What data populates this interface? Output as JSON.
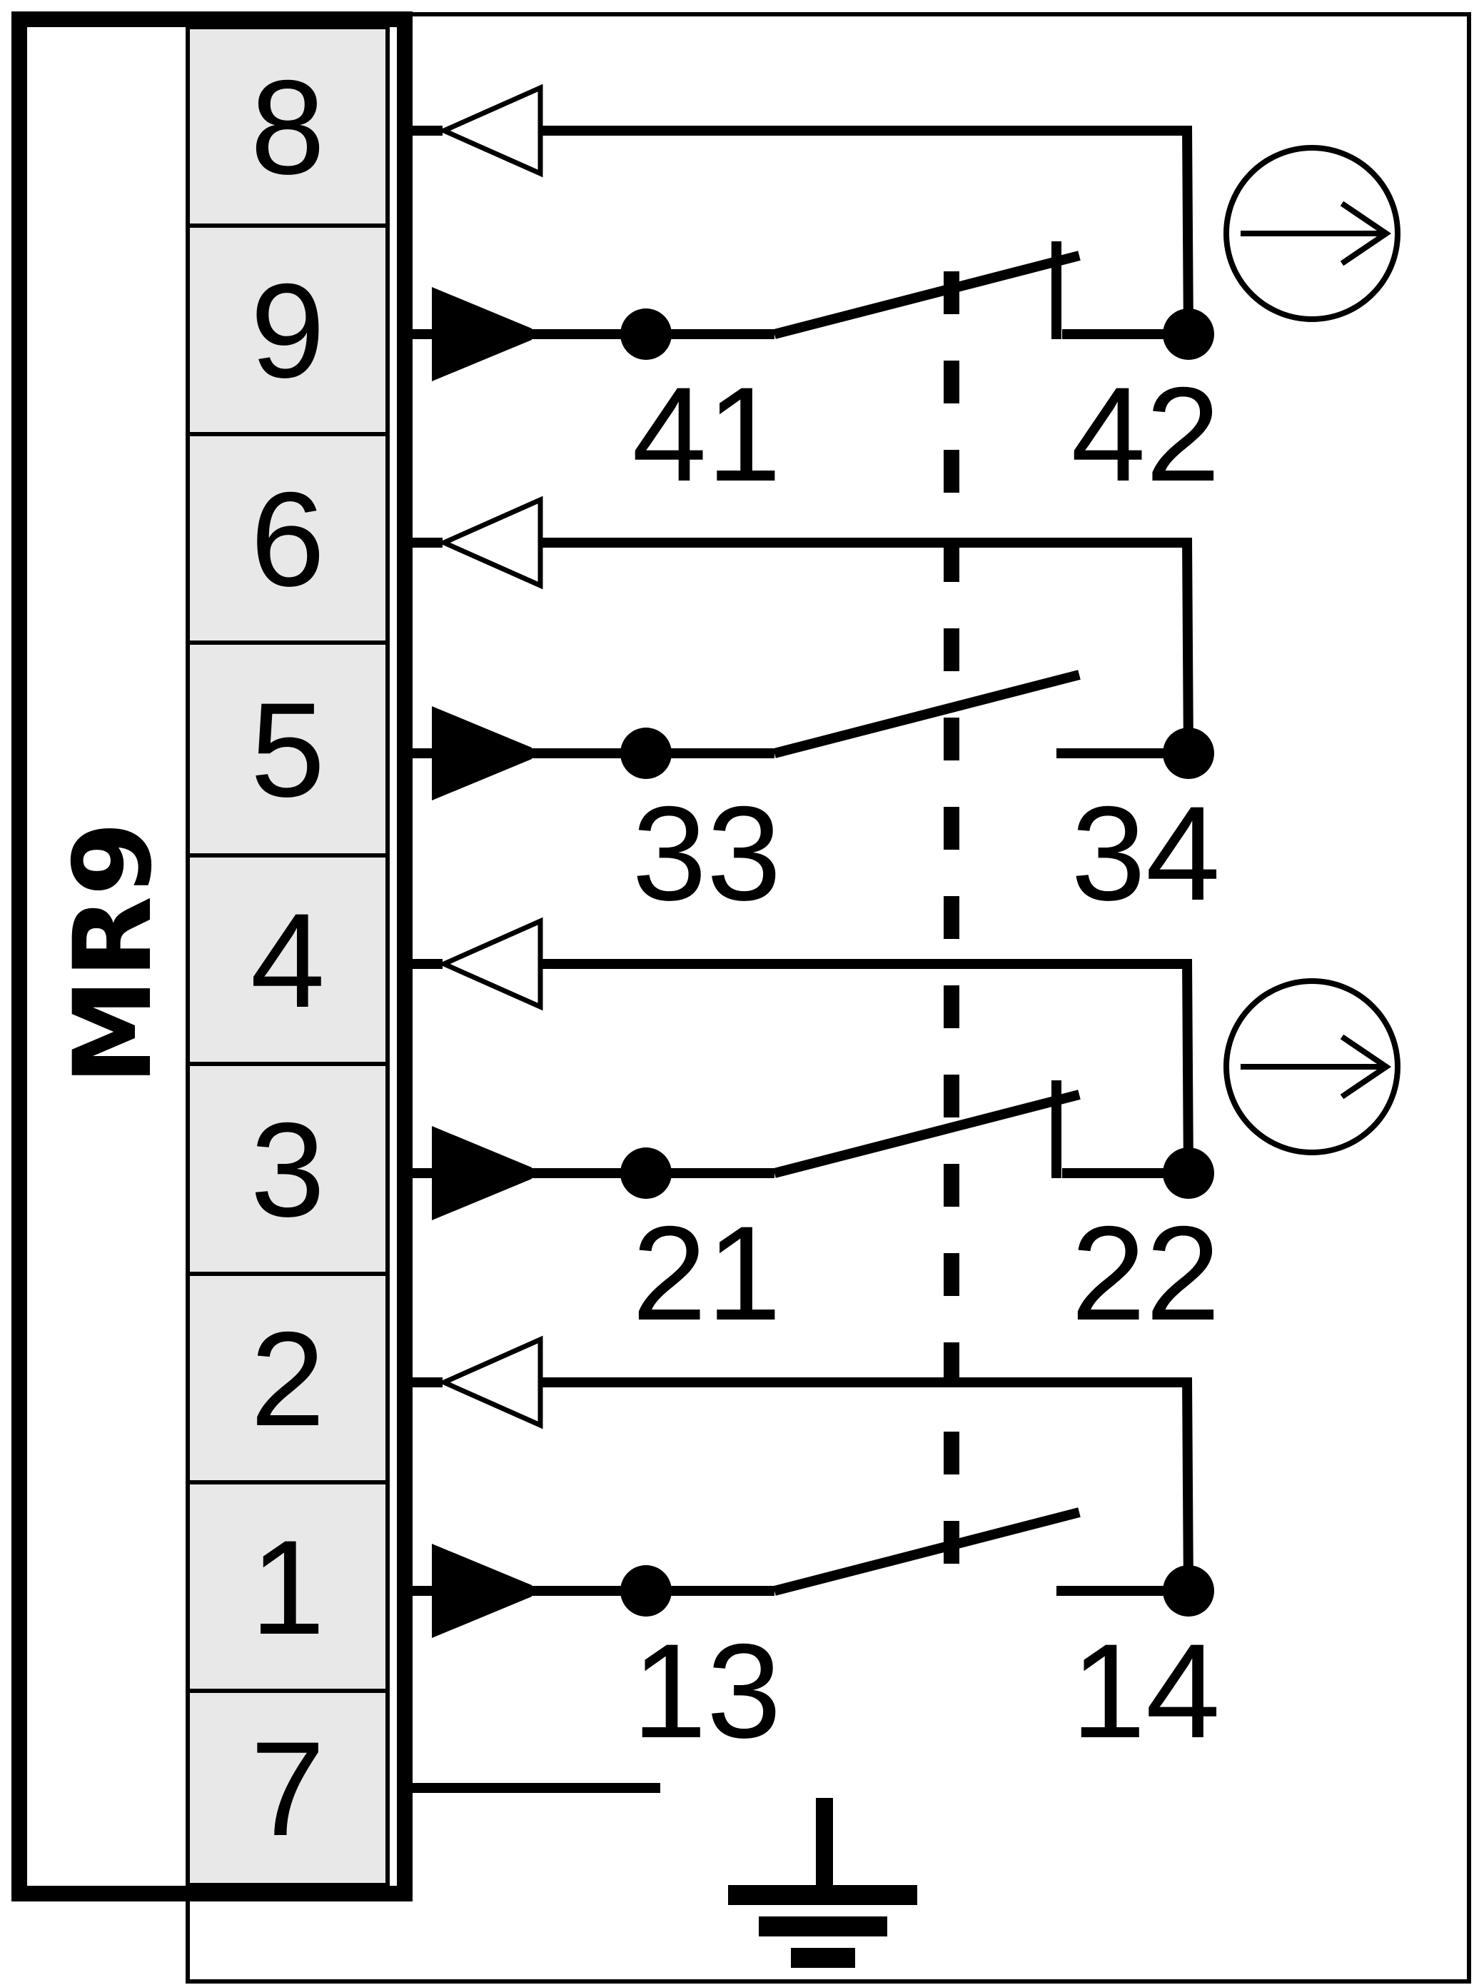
{
  "connector": {
    "label": "MR9",
    "pins": [
      {
        "id": "8",
        "label": "8"
      },
      {
        "id": "9",
        "label": "9"
      },
      {
        "id": "6",
        "label": "6"
      },
      {
        "id": "5",
        "label": "5"
      },
      {
        "id": "4",
        "label": "4"
      },
      {
        "id": "3",
        "label": "3"
      },
      {
        "id": "2",
        "label": "2"
      },
      {
        "id": "1",
        "label": "1"
      },
      {
        "id": "7",
        "label": "7"
      }
    ]
  },
  "contacts": [
    {
      "from_pin": "9",
      "return_pin": "8",
      "terminal_a": "41",
      "terminal_b": "42",
      "type": "normally-closed",
      "marker": "positive-opening-symbol"
    },
    {
      "from_pin": "5",
      "return_pin": "6",
      "terminal_a": "33",
      "terminal_b": "34",
      "type": "normally-open"
    },
    {
      "from_pin": "3",
      "return_pin": "4",
      "terminal_a": "21",
      "terminal_b": "22",
      "type": "normally-closed",
      "marker": "positive-opening-symbol"
    },
    {
      "from_pin": "1",
      "return_pin": "2",
      "terminal_a": "13",
      "terminal_b": "14",
      "type": "normally-open"
    }
  ],
  "ground": {
    "pin": "7",
    "symbol": "ground-icon"
  },
  "colors": {
    "line": "#000000",
    "pin_fill": "#e8e8e8",
    "background": "#ffffff"
  }
}
